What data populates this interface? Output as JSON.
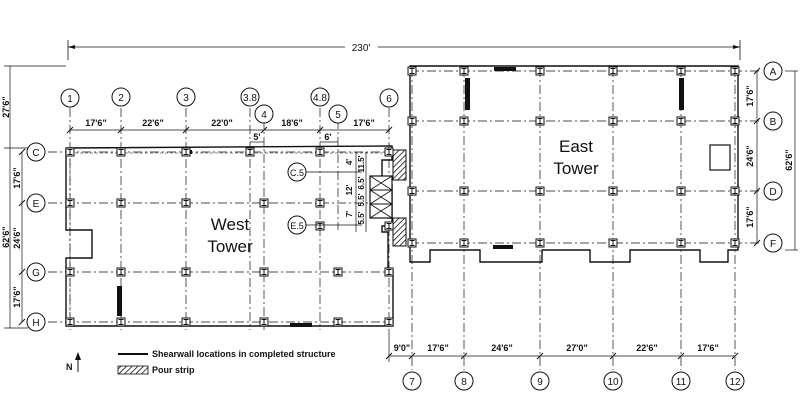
{
  "overall_width": "230'",
  "west_tower": {
    "name_line1": "West",
    "name_line2": "Tower"
  },
  "east_tower": {
    "name_line1": "East",
    "name_line2": "Tower"
  },
  "grid_top": [
    "1",
    "2",
    "3",
    "3.8",
    "4",
    "4.8",
    "5",
    "6"
  ],
  "grid_left": [
    "C",
    "E",
    "G",
    "H"
  ],
  "grid_right": [
    "A",
    "B",
    "D",
    "F"
  ],
  "grid_bottom": [
    "7",
    "8",
    "9",
    "10",
    "11",
    "12"
  ],
  "grid_inner": [
    "C.5",
    "E.5"
  ],
  "dims_top": [
    "17'6\"",
    "22'6\"",
    "22'0\"",
    "18'6\"",
    "17'6\""
  ],
  "dims_top_small": [
    "5'",
    "6'"
  ],
  "dims_left": [
    "27'6\"",
    "17'6\"",
    "24'6\"",
    "17'6\""
  ],
  "dim_left_total": "62'6\"",
  "dims_right": [
    "17'6\"",
    "24'6\"",
    "17'6\""
  ],
  "dim_right_total": "62'6\"",
  "dims_bottom": [
    "9'0\"",
    "17'6\"",
    "24'6\"",
    "27'0\"",
    "22'6\"",
    "17'6\""
  ],
  "dims_core": [
    "4'",
    "11.5'",
    "6.5'",
    "12'",
    "7'",
    "5.5'",
    "5.5'"
  ],
  "legend": {
    "north": "N",
    "shearwall": "Shearwall locations in completed structure",
    "pour_strip": "Pour strip"
  }
}
